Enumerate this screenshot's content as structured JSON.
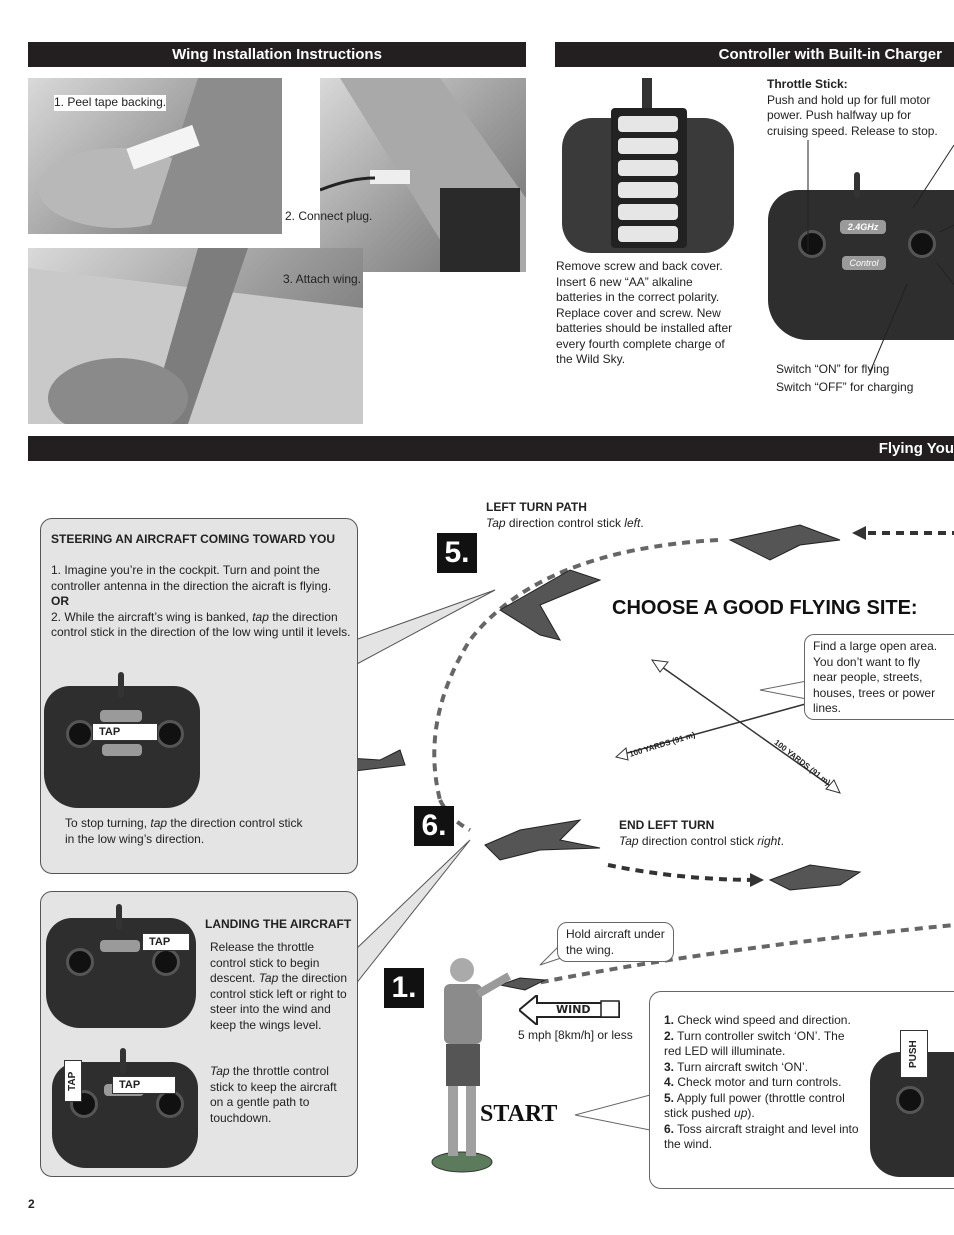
{
  "header_left": {
    "title": "Wing Installation Instructions"
  },
  "header_right": {
    "title": "Controller with Built-in Charger"
  },
  "wing_steps": {
    "step1": "1. Peel tape backing.",
    "step2": "2. Connect plug.",
    "step3": "3. Attach wing."
  },
  "battery": {
    "text": "Remove screw and back cover. Insert 6 new “AA” alkaline batteries in the correct polarity. Replace cover and screw. New batteries should be installed after every fourth complete charge of the Wild Sky."
  },
  "throttle": {
    "title": "Throttle Stick:",
    "text": "Push and hold up for full motor power. Push halfway up for cruising speed. Release to stop."
  },
  "switch": {
    "on": "Switch “ON” for flying",
    "off": "Switch “OFF” for charging"
  },
  "controller_logo": {
    "brand": "2.4GHz",
    "model": "Control"
  },
  "flying_bar": {
    "title": "Flying You"
  },
  "steering": {
    "title": "STEERING AN AIRCRAFT COMING TOWARD YOU",
    "p1": "1. Imagine you’re in the cockpit. Turn and point the controller antenna in the direction the aicraft is flying.",
    "or": "OR",
    "p2_a": "2. While the aircraft’s wing is banked, ",
    "p2_tap": "tap",
    "p2_b": " the direction control stick in the direction of the low wing until it levels.",
    "tap_label": "TAP",
    "stop_a": "To stop turning, ",
    "stop_tap": "tap",
    "stop_b": " the direction control stick in the low wing’s direction."
  },
  "landing": {
    "title": "LANDING THE AIRCRAFT",
    "p1_a": "Release the throttle control stick to begin descent. ",
    "p1_tap": "Tap",
    "p1_b": " the direction control stick left or right to steer into the wind and keep the wings level.",
    "p2_tap": "Tap",
    "p2_b": " the throttle control stick to keep the aircraft on a gentle path to touchdown.",
    "tap_label": "TAP"
  },
  "left_turn": {
    "title": "LEFT TURN PATH",
    "tap": "Tap",
    "text": " direction control stick ",
    "dir": "left",
    "end": "."
  },
  "end_left_turn": {
    "title": "END LEFT  TURN",
    "tap": "Tap",
    "text": " direction control stick ",
    "dir": "right",
    "end": "."
  },
  "steps": {
    "five": "5.",
    "six": "6.",
    "one": "1."
  },
  "flying_site": {
    "title": "CHOOSE A GOOD FLYING SITE:",
    "text": "Find a large open area. You don’t want to fly near people, streets, houses, trees or power lines.",
    "yards1": "100 YARDS (91 m)",
    "yards2": "100 YARDS (91 m)"
  },
  "hold": {
    "text": "Hold aircraft under the wing."
  },
  "wind": {
    "label": "WIND",
    "speed": "5 mph [8km/h] or less"
  },
  "start": {
    "label": "START"
  },
  "checklist": {
    "i1_n": "1.",
    "i1": " Check wind speed and direction.",
    "i2_n": "2.",
    "i2": " Turn controller switch ‘ON’. The red LED will illuminate.",
    "i3_n": "3.",
    "i3": " Turn aircraft switch ‘ON’.",
    "i4_n": "4.",
    "i4": " Check motor and turn controls.",
    "i5_n": "5.",
    "i5_a": " Apply full power (throttle control stick pushed ",
    "i5_up": "up",
    "i5_b": ").",
    "i6_n": "6.",
    "i6": " Toss aircraft straight and level into the wind.",
    "push": "PUSH"
  },
  "page_number": "2"
}
